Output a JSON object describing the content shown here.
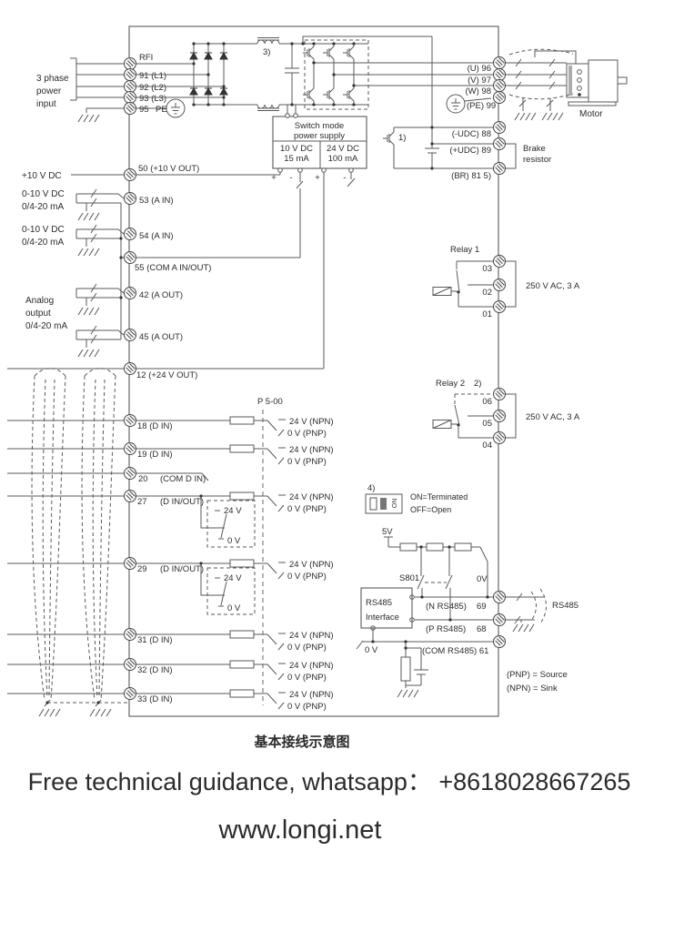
{
  "colors": {
    "line": "#5a5a5a",
    "text": "#2b2b2b",
    "red": "#d94b3c"
  },
  "power": {
    "p1": "3 phase",
    "p2": "power",
    "p3": "input",
    "rfi": "RFI",
    "t91": "91 (L1)",
    "t92": "92 (L2)",
    "t93": "93 (L3)",
    "t95": "95",
    "pe": "PE"
  },
  "bridge": {
    "note": "3)"
  },
  "smps": {
    "t1": "Switch mode",
    "t2": "power supply",
    "c1a": "10 V DC",
    "c1b": "15 mA",
    "c2a": "24 V DC",
    "c2b": "100 mA",
    "p1": "+",
    "m1": "-",
    "p2": "+",
    "m2": "-"
  },
  "brake": {
    "note": "1)",
    "udcm": "(-UDC) 88",
    "udcp": "(+UDC) 89",
    "br": "(BR) 81 5)",
    "r1": "Brake",
    "r2": "resistor"
  },
  "motor": {
    "u": "(U) 96",
    "v": "(V) 97",
    "w": "(W) 98",
    "pe": "(PE) 99",
    "name": "Motor"
  },
  "left": {
    "v10": "+10 V DC",
    "t50": "50 (+10 V OUT)",
    "r1a": "0-10 V DC",
    "r1b": "0/4-20 mA",
    "t53": "53 (A IN)",
    "r2a": "0-10 V DC",
    "r2b": "0/4-20 mA",
    "t54": "54 (A IN)",
    "t55": "55 (COM A IN/OUT)",
    "an1": "Analog",
    "an2": "output",
    "an3": "0/4-20 mA",
    "t42": "42 (A OUT)",
    "t45": "45 (A OUT)",
    "t12": "12 (+24 V OUT)"
  },
  "din": {
    "p500": "P 5-00",
    "npn": "24 V (NPN)",
    "pnp": "0 V (PNP)",
    "t18": "18 (D IN)",
    "t19": "19 (D IN)",
    "t20": "20",
    "t20b": "(COM D IN)",
    "t27": "27",
    "t27b": "(D IN/OUT)",
    "t29": "29",
    "t29b": "(D IN/OUT)",
    "t31": "31 (D IN)",
    "t32": "32 (D IN)",
    "t33": "33 (D IN)",
    "v24": "24 V",
    "v0": "0 V"
  },
  "relay1": {
    "title": "Relay 1",
    "a": "03",
    "b": "02",
    "c": "01",
    "rating": "250 V AC, 3 A"
  },
  "relay2": {
    "title": "Relay 2",
    "note": "2)",
    "a": "06",
    "b": "05",
    "c": "04",
    "rating": "250 V AC, 3 A"
  },
  "rs485": {
    "note": "4)",
    "on": "ON",
    "l1": "ON=Terminated",
    "l2": "OFF=Open",
    "v5": "5V",
    "s801": "S801",
    "v0": "0V",
    "b1": "RS485",
    "b2": "Interface",
    "n": "(N RS485)",
    "n69": "69",
    "p": "(P RS485)",
    "p68": "68",
    "com": "(COM RS485) 61",
    "zv": "0 V",
    "bus": "RS485",
    "src": "(PNP) = Source",
    "snk": "(NPN) = Sink"
  },
  "footer": {
    "caption": "基本接线示意图",
    "promo1": "Free technical guidance, whatsapp： +8618028667265",
    "promo2": "www.longi.net",
    "promo_color": "#d94b3c"
  }
}
